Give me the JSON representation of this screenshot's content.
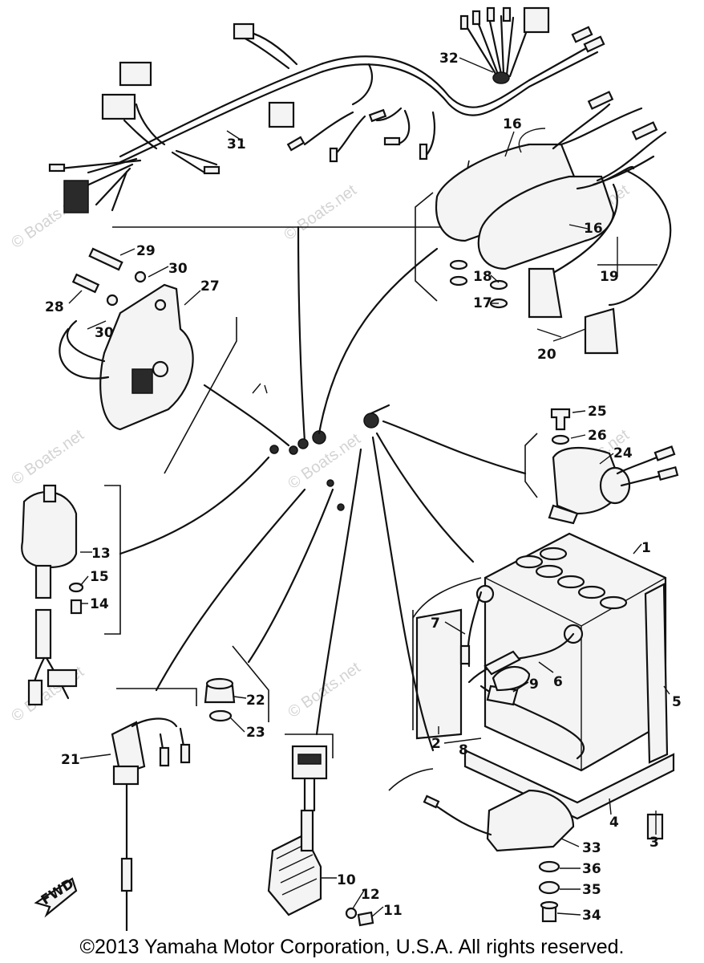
{
  "callouts": {
    "c1": "1",
    "c2": "2",
    "c3": "3",
    "c4": "4",
    "c5": "5",
    "c6": "6",
    "c7": "7",
    "c8": "8",
    "c9": "9",
    "c10": "10",
    "c11": "11",
    "c12": "12",
    "c13": "13",
    "c14": "14",
    "c15": "15",
    "c16a": "16",
    "c16b": "16",
    "c17": "17",
    "c18": "18",
    "c19": "19",
    "c20": "20",
    "c21": "21",
    "c22": "22",
    "c23": "23",
    "c24": "24",
    "c25": "25",
    "c26": "26",
    "c27": "27",
    "c28": "28",
    "c29": "29",
    "c30a": "30",
    "c30b": "30",
    "c31": "31",
    "c32": "32",
    "c33": "33",
    "c34": "34",
    "c35": "35",
    "c36": "36"
  },
  "fwd_label": "FWD",
  "watermark_text": "© Boats.net",
  "copyright": "©2013 Yamaha Motor Corporation, U.S.A. All rights reserved."
}
